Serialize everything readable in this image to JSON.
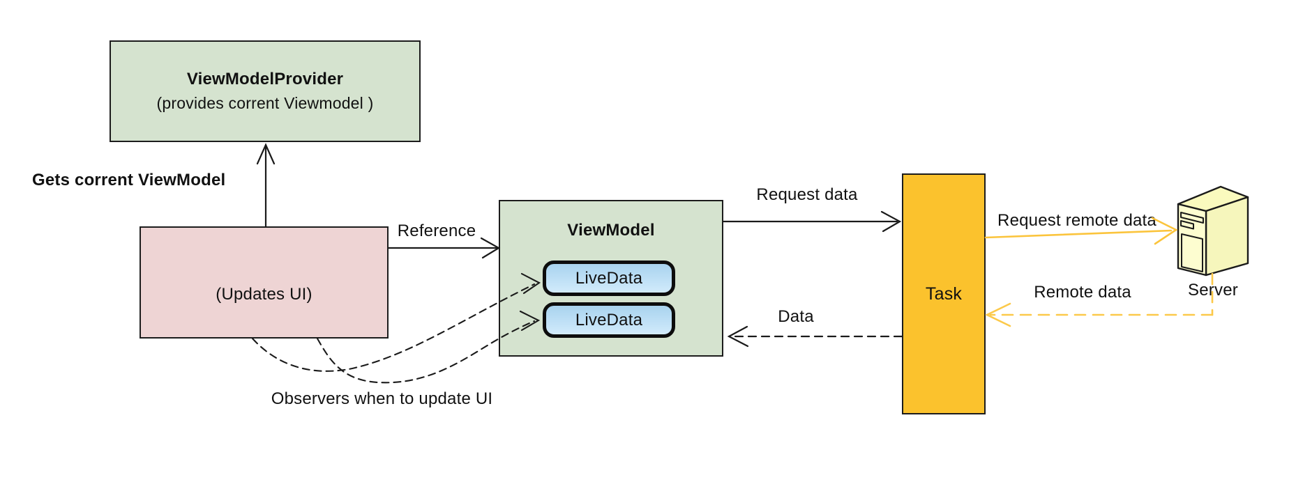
{
  "nodes": {
    "view_model_provider": {
      "title": "ViewModelProvider",
      "subtitle": "(provides corrent Viewmodel )"
    },
    "activity": {
      "label": "(Updates UI)"
    },
    "view_model": {
      "title": "ViewModel",
      "live_data": [
        {
          "label": "LiveData"
        },
        {
          "label": "LiveData"
        }
      ]
    },
    "task": {
      "label": "Task"
    },
    "server": {
      "label": "Server",
      "icon": "server-tower-icon"
    }
  },
  "edges": {
    "gets_viewmodel": {
      "label": "Gets corrent ViewModel",
      "style": "solid-black"
    },
    "reference": {
      "label": "Reference",
      "style": "solid-black"
    },
    "request_data": {
      "label": "Request data",
      "style": "solid-black"
    },
    "data": {
      "label": "Data",
      "style": "dashed-black"
    },
    "request_remote_data": {
      "label": "Request remote data",
      "style": "solid-orange"
    },
    "remote_data": {
      "label": "Remote data",
      "style": "dashed-orange"
    },
    "observers": {
      "label": "Observers when to update UI",
      "style": "dashed-black-curves"
    }
  },
  "colors": {
    "box_green": "#d5e3cf",
    "box_pink": "#eed4d4",
    "box_blue": "#bfe0f6",
    "box_amber": "#fbc22d",
    "server_yellow": "#fdfdd0",
    "arrow_black": "#1a1a1a",
    "arrow_orange": "#fbc43c",
    "background": "#ffffff"
  }
}
